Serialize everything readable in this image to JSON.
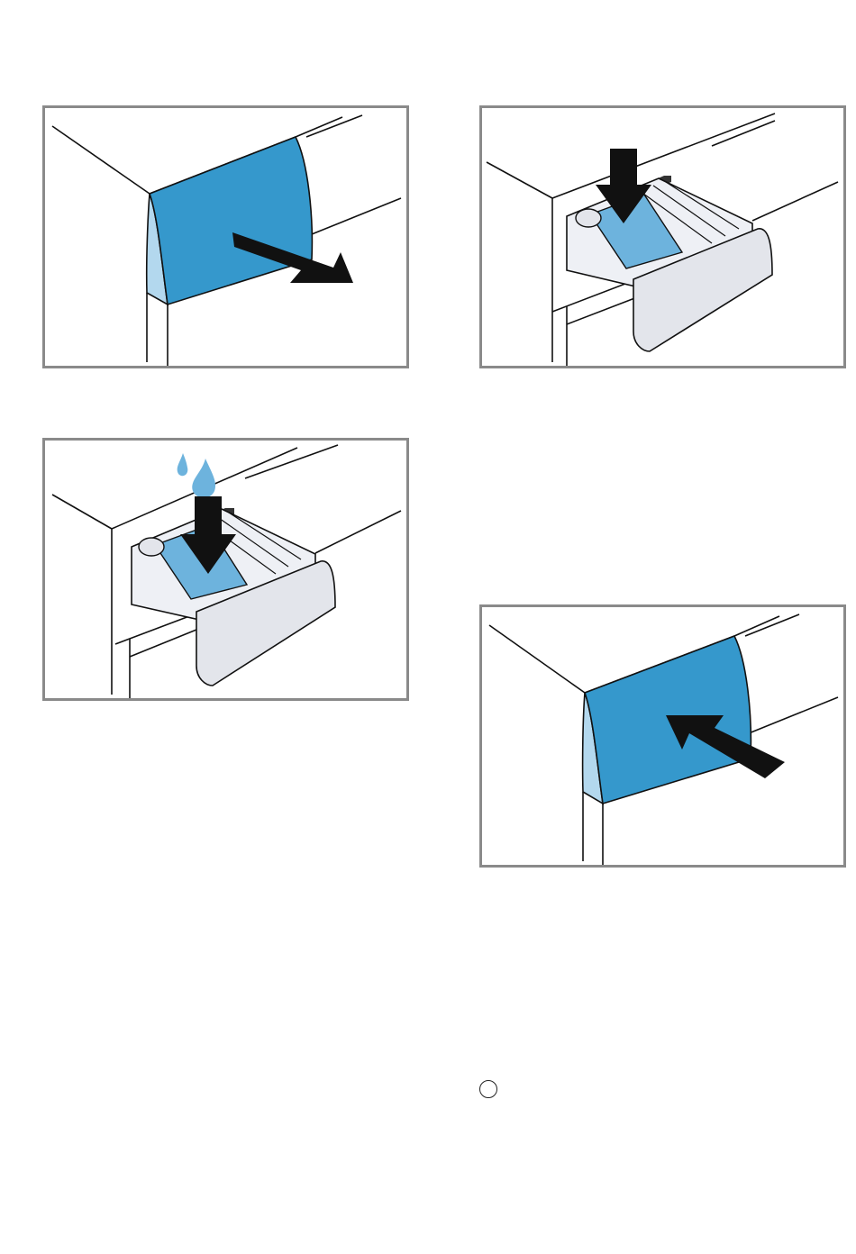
{
  "figures": [
    {
      "id": "step-1",
      "icon": "pull-drawer-out-arrow-icon"
    },
    {
      "id": "step-2",
      "icon": "press-insert-down-arrow-icon"
    },
    {
      "id": "step-3",
      "icon": "pour-water-drop-icon"
    },
    {
      "id": "step-4",
      "icon": "push-drawer-in-arrow-icon"
    }
  ],
  "colors": {
    "drawer_front": "#3598cc",
    "drawer_side": "#b3d8ee",
    "compartment_liquid": "#6db3dd",
    "water_drop": "#6db3dd",
    "drawer_handle": "#e3e5eb",
    "arrow": "#111111",
    "frame_border": "#8a8a8a"
  },
  "marker": {
    "icon": "empty-circle-icon"
  }
}
